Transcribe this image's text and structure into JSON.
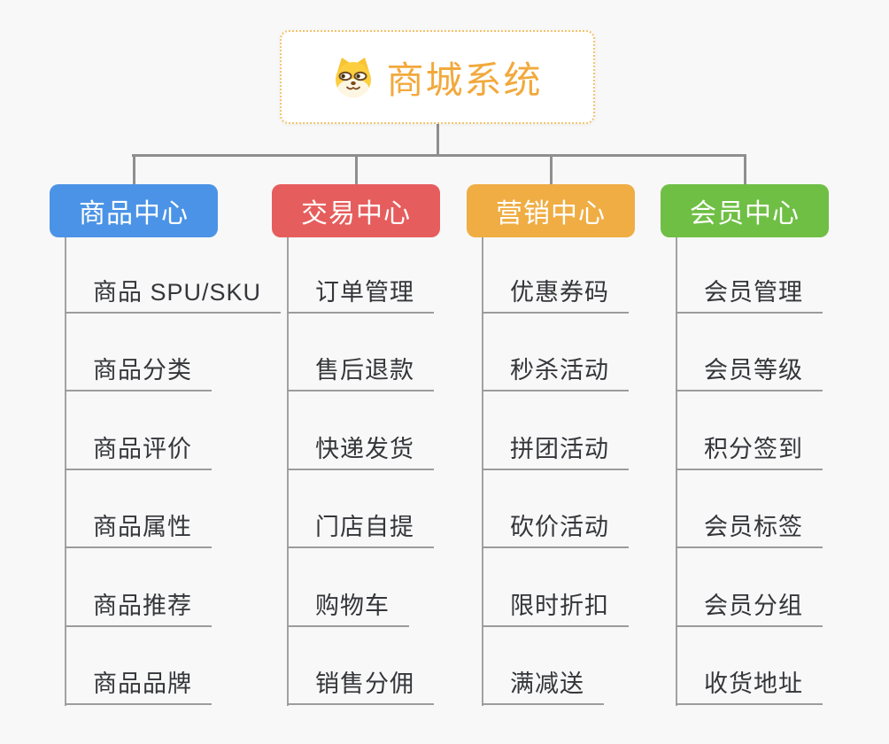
{
  "root": {
    "title": "商城系统",
    "icon": "dog-face-icon",
    "title_color": "#f2a93c",
    "border_color": "#f2c36b"
  },
  "branches": [
    {
      "label": "商品中心",
      "color": "#4b93e6",
      "children": [
        "商品 SPU/SKU",
        "商品分类",
        "商品评价",
        "商品属性",
        "商品推荐",
        "商品品牌"
      ]
    },
    {
      "label": "交易中心",
      "color": "#e65d5d",
      "children": [
        "订单管理",
        "售后退款",
        "快递发货",
        "门店自提",
        "购物车",
        "销售分佣"
      ]
    },
    {
      "label": "营销中心",
      "color": "#efad43",
      "children": [
        "优惠券码",
        "秒杀活动",
        "拼团活动",
        "砍价活动",
        "限时折扣",
        "满减送"
      ]
    },
    {
      "label": "会员中心",
      "color": "#6fbf45",
      "children": [
        "会员管理",
        "会员等级",
        "积分签到",
        "会员标签",
        "会员分组",
        "收货地址"
      ]
    }
  ],
  "connector_color": "#8f8f8f",
  "background_color": "#f8f8f8",
  "child_text_color": "#35363a"
}
